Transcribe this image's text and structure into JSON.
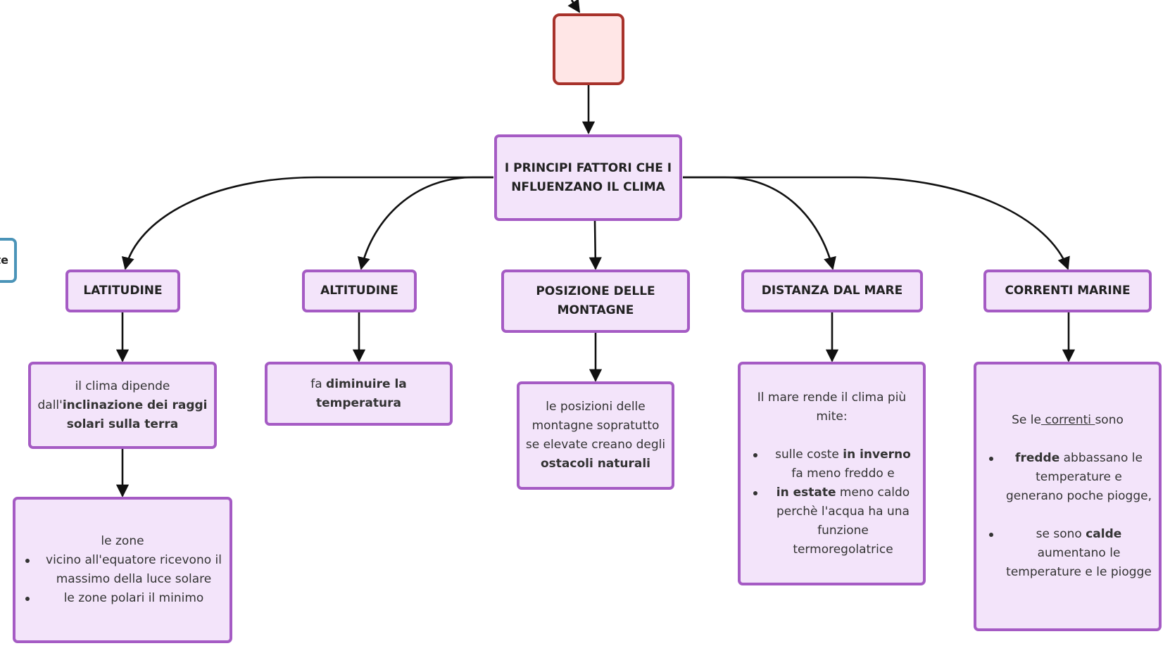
{
  "stub": {
    "label": "te"
  },
  "main": {
    "line1": "I PRINCIPI FATTORI CHE I",
    "line2": "NFLUENZANO IL CLIMA"
  },
  "factors": {
    "latitude": "LATITUDINE",
    "altitude": "ALTITUDINE",
    "mountains_1": "POSIZIONE DELLE",
    "mountains_2": "MONTAGNE",
    "sea": "DISTANZA DAL MARE",
    "currents": "CORRENTI MARINE"
  },
  "latitude_detail": {
    "l1": "il clima dipende",
    "l2a": "dall'",
    "l2b": "inclinazione dei raggi",
    "l3": "solari sulla terra"
  },
  "latitude_zones": {
    "intro": "le zone",
    "b1": "vicino all'equatore ricevono il massimo della luce solare",
    "b2": "le zone polari il minimo"
  },
  "altitude_detail": {
    "a": "fa ",
    "b": "diminuire la",
    "c": "temperatura"
  },
  "mountains_detail": {
    "l1": "le posizioni delle",
    "l2": "montagne sopratutto",
    "l3": "se elevate creano degli",
    "l4": "ostacoli naturali"
  },
  "sea_detail": {
    "intro": "Il mare rende il clima più mite:",
    "b1a": "sulle coste ",
    "b1b": "in inverno",
    "b1c": "fa  meno freddo e",
    "b2a": "in estate",
    "b2b": " meno caldo perchè l'acqua ha una funzione termoregolatrice"
  },
  "currents_detail": {
    "intro_a": "Se le",
    "intro_b": " correnti ",
    "intro_c": "sono",
    "b1a": "fredde",
    "b1b": " abbassano le temperature e generano poche piogge,",
    "b2a": "se sono ",
    "b2b": "calde",
    "b2c": " aumentano le temperature e le piogge"
  }
}
